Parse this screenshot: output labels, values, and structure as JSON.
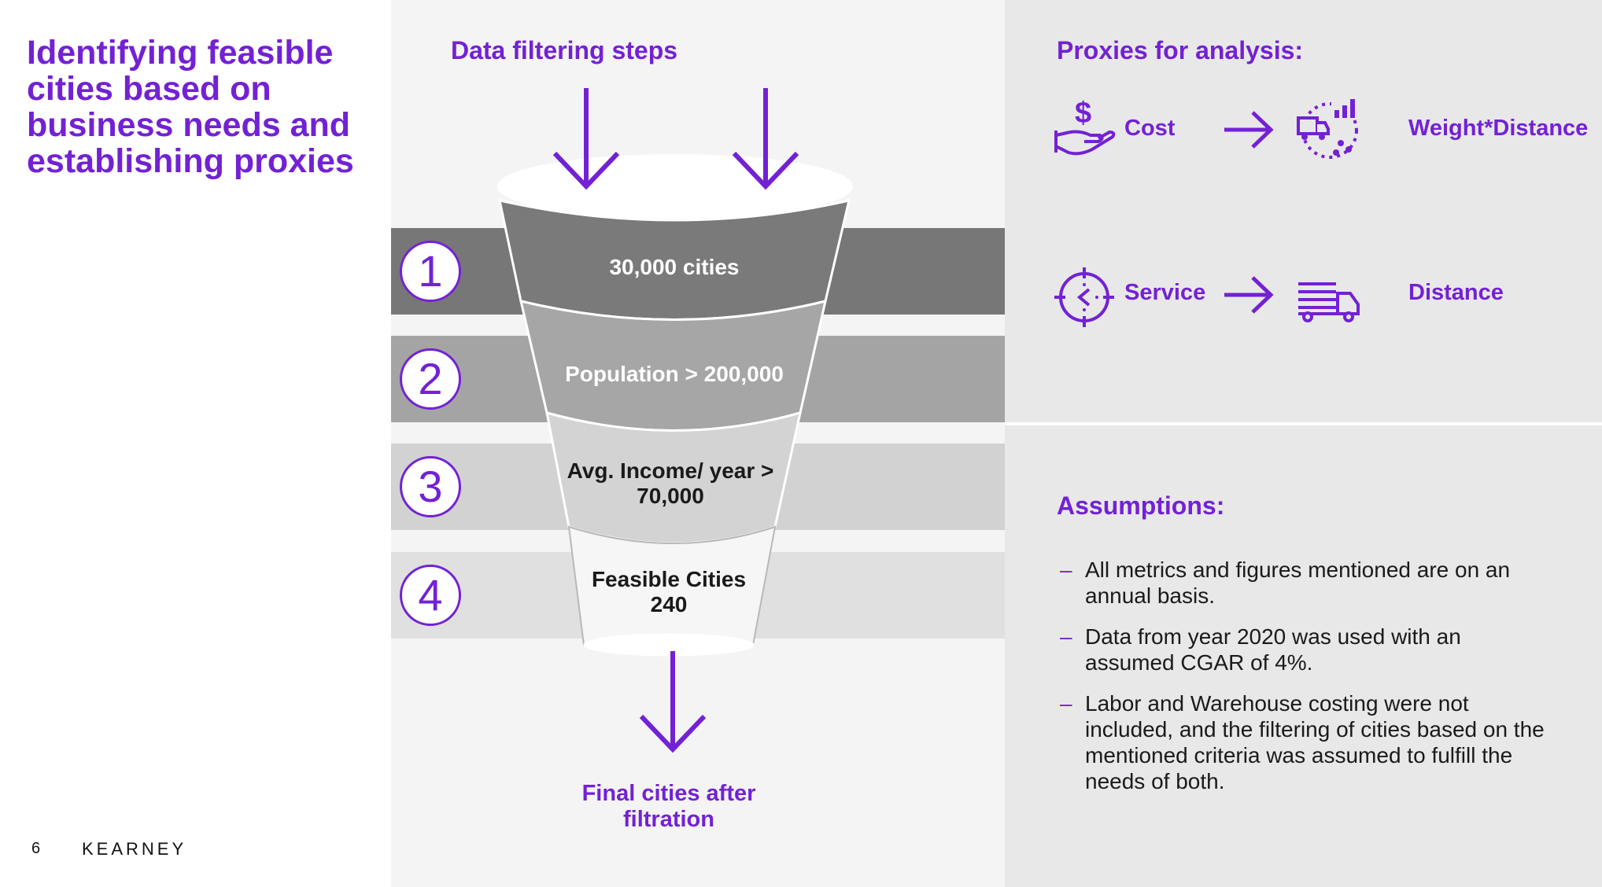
{
  "title": "Identifying feasible cities based on business needs and establishing proxies",
  "footer": {
    "page_number": "6",
    "brand": "KEARNEY"
  },
  "funnel": {
    "heading": "Data filtering steps",
    "steps": [
      {
        "number": "1",
        "label": "30,000 cities",
        "color": "#777777"
      },
      {
        "number": "2",
        "label": "Population > 200,000",
        "color": "#a4a4a4"
      },
      {
        "number": "3",
        "label": "Avg. Income/ year > 70,000",
        "color": "#d2d2d2"
      },
      {
        "number": "4",
        "label": "Feasible Cities 240",
        "color": "#e0e0e0"
      }
    ],
    "output_label": "Final cities after filtration"
  },
  "proxies": {
    "heading": "Proxies for analysis:",
    "items": [
      {
        "label": "Cost",
        "icon": "hand-dollar-icon",
        "arrow": "right-arrow-icon",
        "proxy_icon": "truck-chart-icon",
        "proxy": "Weight*Distance"
      },
      {
        "label": "Service",
        "icon": "target-clock-icon",
        "arrow": "right-arrow-icon",
        "proxy_icon": "fast-truck-icon",
        "proxy": "Distance"
      }
    ]
  },
  "assumptions": {
    "heading": "Assumptions:",
    "items": [
      "All metrics and figures mentioned are on an annual basis.",
      "Data from year 2020 was used with an assumed CGAR of 4%.",
      "Labor and Warehouse costing were not included, and the filtering of cities based on the mentioned criteria was assumed to fulfill the needs of both."
    ]
  },
  "colors": {
    "accent": "#7321d4",
    "middle_panel": "#f4f4f4",
    "right_panel": "#e8e8e8"
  }
}
